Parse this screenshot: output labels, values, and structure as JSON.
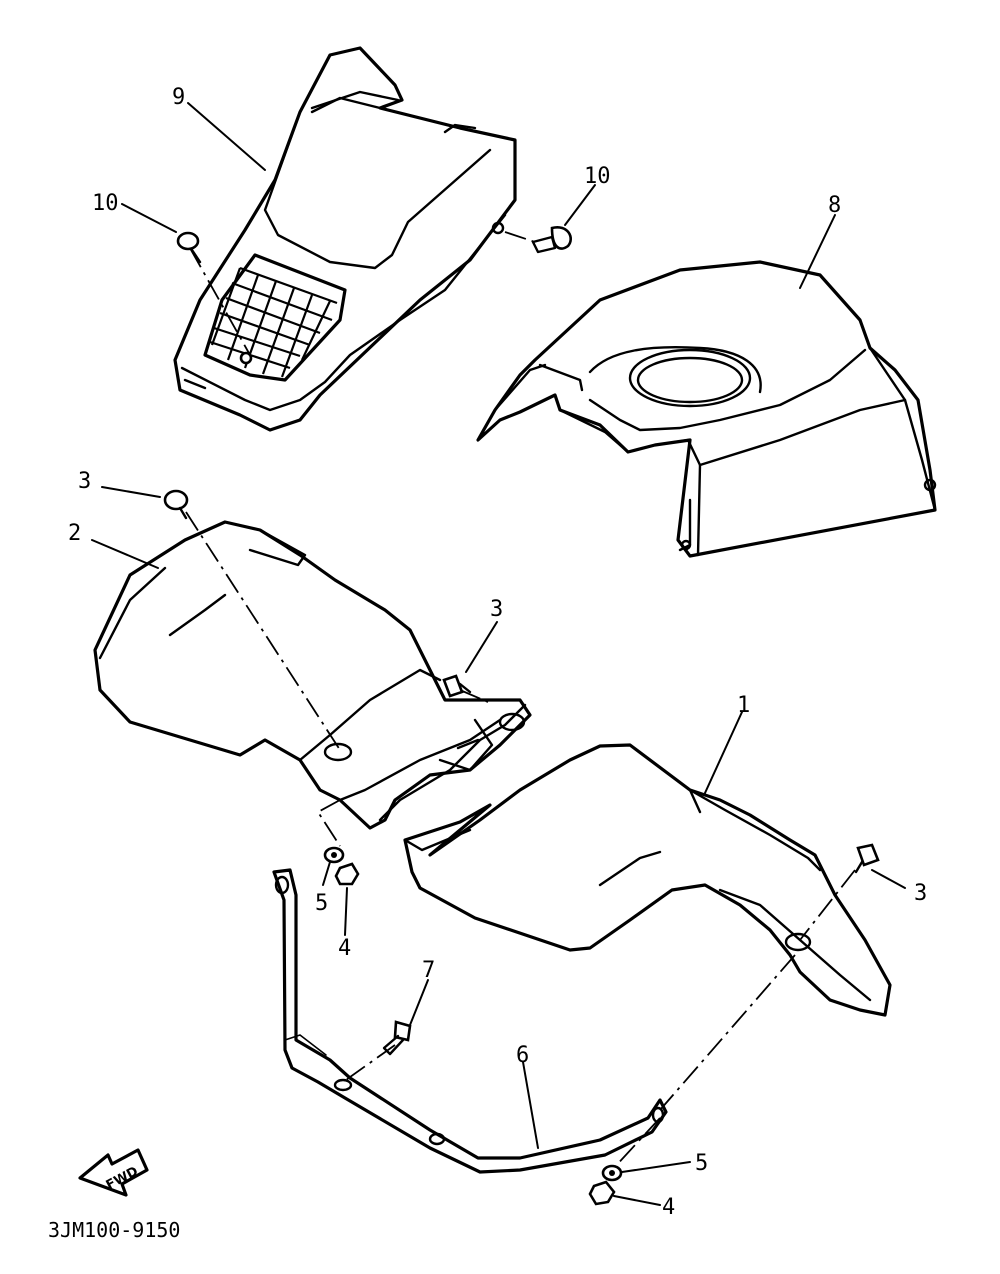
{
  "callouts": {
    "c9": "9",
    "c10_left": "10",
    "c10_right": "10",
    "c8": "8",
    "c3_top": "3",
    "c2": "2",
    "c3_mid": "3",
    "c1": "1",
    "c3_right": "3",
    "c5_left": "5",
    "c4_left": "4",
    "c7": "7",
    "c6": "6",
    "c5_right": "5",
    "c4_right": "4"
  },
  "fwd_label": "FWD",
  "diagram_code": "3JM100-9150"
}
